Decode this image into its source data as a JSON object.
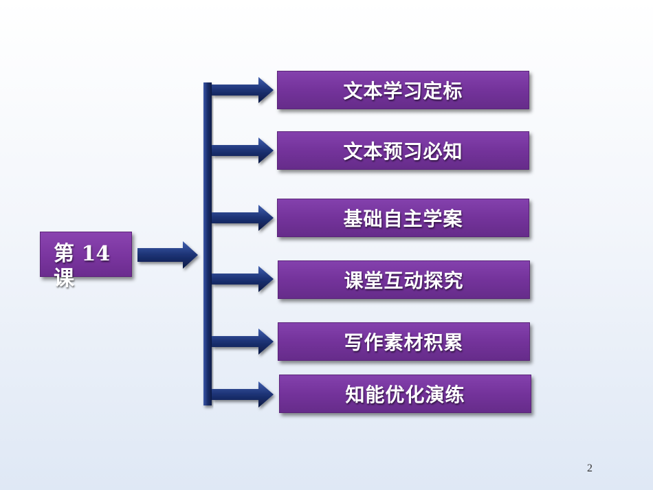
{
  "lesson": {
    "label": "第 14 课"
  },
  "menu": {
    "items": [
      {
        "label": "文本学习定标"
      },
      {
        "label": "文本预习必知"
      },
      {
        "label": "基础自主学案"
      },
      {
        "label": "课堂互动探究"
      },
      {
        "label": "写作素材积累"
      },
      {
        "label": "知能优化演练"
      }
    ]
  },
  "page_number": "2",
  "colors": {
    "box_purple": "#74339b",
    "connector_navy": "#1a2e6a",
    "label_white": "#ffffff"
  }
}
